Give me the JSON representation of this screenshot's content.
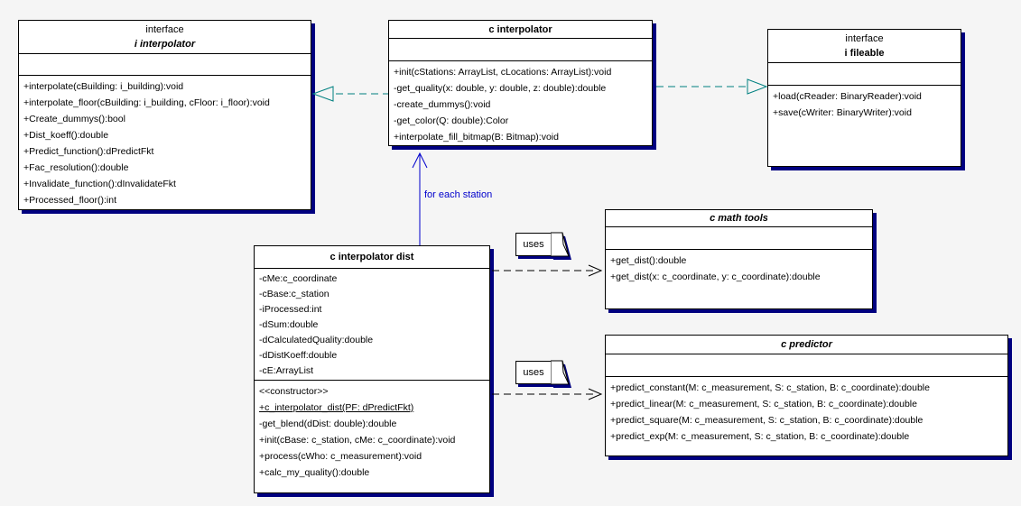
{
  "diagram": {
    "colors": {
      "background": "#f5f5f5",
      "box_fill": "#ffffff",
      "border": "#000000",
      "drop_shadow": "#000080",
      "realization_arrow": "#008080",
      "dependency_blue": "#0000cc",
      "uses_arrow": "#000000"
    },
    "classes": {
      "i_interpolator": {
        "stereotype": "interface",
        "name": "i interpolator",
        "attributes": [],
        "methods": [
          "+interpolate(cBuilding: i_building):void",
          "+interpolate_floor(cBuilding: i_building, cFloor: i_floor):void",
          "+Create_dummys():bool",
          "+Dist_koeff():double",
          "+Predict_function():dPredictFkt",
          "+Fac_resolution():double",
          "+Invalidate_function():dInvalidateFkt",
          "+Processed_floor():int"
        ]
      },
      "c_interpolator": {
        "name": "c interpolator",
        "attributes": [],
        "methods": [
          "+init(cStations: ArrayList, cLocations: ArrayList):void",
          "-get_quality(x: double, y: double, z: double):double",
          "-create_dummys():void",
          "-get_color(Q: double):Color",
          "+interpolate_fill_bitmap(B: Bitmap):void"
        ]
      },
      "i_fileable": {
        "stereotype": "interface",
        "name": "i fileable",
        "attributes": [],
        "methods": [
          "+load(cReader: BinaryReader):void",
          "+save(cWriter: BinaryWriter):void"
        ]
      },
      "c_interpolator_dist": {
        "name": "c interpolator dist",
        "attributes": [
          "-cMe:c_coordinate",
          "-cBase:c_station",
          "-iProcessed:int",
          "-dSum:double",
          "-dCalculatedQuality:double",
          "-dDistKoeff:double",
          "-cE:ArrayList"
        ],
        "methods": [
          "<<constructor>>",
          {
            "text": "+c_interpolator_dist(PF: dPredictFkt)",
            "underline": true
          },
          "-get_blend(dDist: double):double",
          "+init(cBase: c_station, cMe: c_coordinate):void",
          "+process(cWho: c_measurement):void",
          "+calc_my_quality():double"
        ]
      },
      "c_math_tools": {
        "name": "c math tools",
        "attributes": [],
        "methods": [
          "+get_dist():double",
          "+get_dist(x: c_coordinate, y: c_coordinate):double"
        ]
      },
      "c_predictor": {
        "name": "c predictor",
        "attributes": [],
        "methods": [
          "+predict_constant(M: c_measurement, S: c_station, B: c_coordinate):double",
          "+predict_linear(M: c_measurement, S: c_station, B: c_coordinate):double",
          "+predict_square(M: c_measurement, S: c_station, B: c_coordinate):double",
          "+predict_exp(M: c_measurement, S: c_station, B: c_coordinate):double"
        ]
      }
    },
    "labels": {
      "for_each_station": "for each station",
      "uses_1": "uses",
      "uses_2": "uses"
    }
  }
}
